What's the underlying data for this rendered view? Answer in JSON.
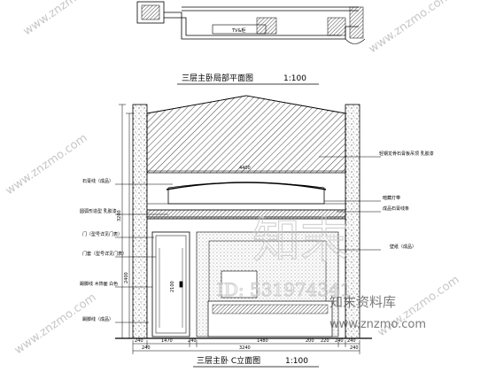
{
  "plan": {
    "title": "三层主卧局部平面图",
    "scale": "1:100",
    "tv_label": "TV&柜"
  },
  "elevation": {
    "title": "三层主卧 C立面图",
    "scale": "1:100",
    "top_dimension": "4400",
    "left_notes": [
      "石膏线（成品）",
      "圆弧形造型 乳胶漆",
      "门（型号详见门表）",
      "门套（型号详见门表）",
      "踢脚线 木饰面 白色",
      "踢脚线（成品）"
    ],
    "right_notes": [
      "轻钢龙骨石膏板吊顶 乳胶漆",
      "暗藏灯带",
      "成品石膏线条",
      "壁纸（成品）"
    ],
    "door_height": "2100",
    "left_heights": [
      "3200",
      "2400"
    ],
    "bottom_dimensions": [
      "240",
      "1470",
      "240",
      "1480",
      "200",
      "220",
      "240",
      "240",
      "240",
      "240"
    ],
    "bottom_total": "3240"
  },
  "watermarks": {
    "brand_cn": "知末",
    "site": "www.znzmo.com",
    "library": "知末资料库",
    "id": "ID: 531974341"
  }
}
